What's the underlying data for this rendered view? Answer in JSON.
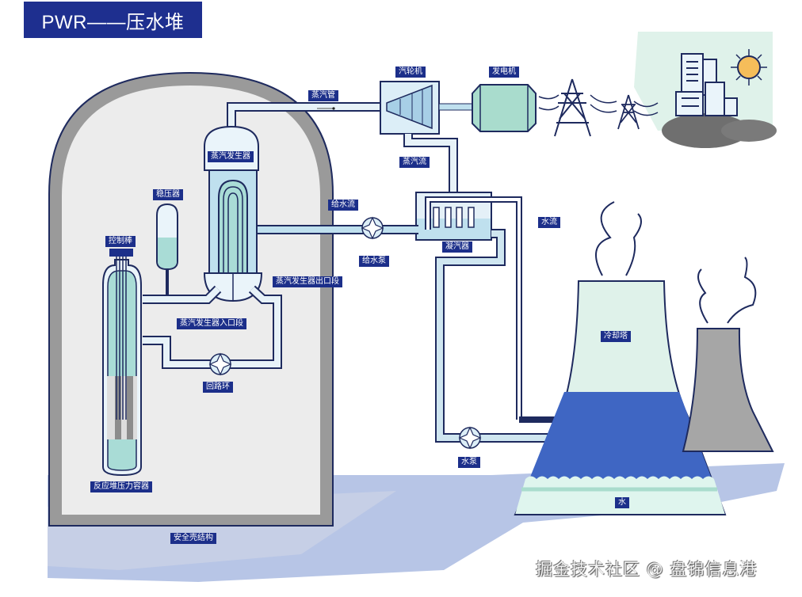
{
  "title": "PWR——压水堆",
  "labels": {
    "turbine": "汽轮机",
    "generator": "发电机",
    "steam_pipe": "蒸汽管",
    "steam_generator": "蒸汽发生器",
    "pressurizer": "稳压器",
    "control_rods": "控制棒",
    "feedwater_flow": "给水流",
    "feedwater_pump": "给水泵",
    "condenser": "凝汽器",
    "water_flow": "水流",
    "steam_flow": "蒸汽流",
    "sg_outlet": "蒸汽发生器出口段",
    "sg_inlet": "蒸汽发生器入口段",
    "circulation_pump": "回路环",
    "reactor_vessel": "反应堆压力容器",
    "cooling_tower": "冷却塔",
    "water_pump": "水泵",
    "water": "水",
    "containment": "安全壳结构"
  },
  "watermark": "掘金技术社区 @ 盘锦信息港",
  "colors": {
    "navy": "#1c2f8a",
    "outline": "#1e2a5e",
    "pipe_fill": "#cfe6f0",
    "coolant": "#a9dcd6",
    "deep_water": "#3f66c3",
    "containment_wall": "#9a9a9a",
    "containment_fill": "#ececec",
    "sun": "#f5bd5a"
  }
}
